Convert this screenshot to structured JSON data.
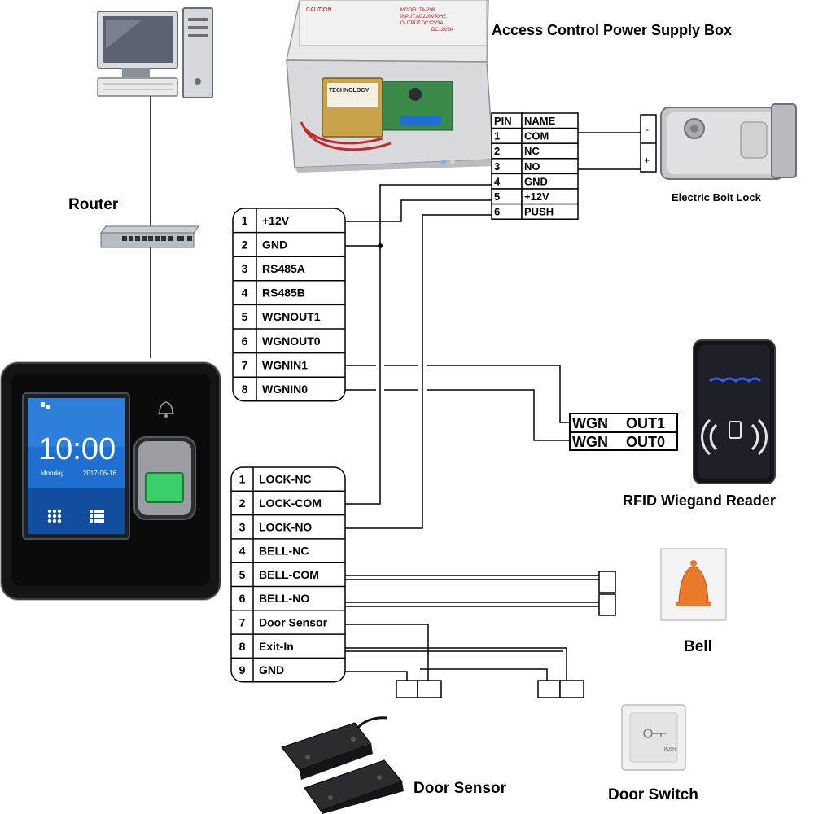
{
  "titles": {
    "power_supply": "Access Control Power Supply Box",
    "router": "Router",
    "bolt_lock": "Electric Bolt Lock",
    "rfid_reader": "RFID Wiegand Reader",
    "bell": "Bell",
    "door_sensor": "Door Sensor",
    "door_switch": "Door Switch"
  },
  "power_table": {
    "header": {
      "pin": "PIN",
      "name": "NAME"
    },
    "rows": [
      {
        "pin": "1",
        "name": "COM"
      },
      {
        "pin": "2",
        "name": "NC"
      },
      {
        "pin": "3",
        "name": "NO"
      },
      {
        "pin": "4",
        "name": "GND"
      },
      {
        "pin": "5",
        "name": "+12V"
      },
      {
        "pin": "6",
        "name": "PUSH"
      }
    ]
  },
  "connector_a": [
    {
      "pin": "1",
      "name": "+12V"
    },
    {
      "pin": "2",
      "name": "GND"
    },
    {
      "pin": "3",
      "name": "RS485A"
    },
    {
      "pin": "4",
      "name": "RS485B"
    },
    {
      "pin": "5",
      "name": "WGNOUT1"
    },
    {
      "pin": "6",
      "name": "WGNOUT0"
    },
    {
      "pin": "7",
      "name": "WGNIN1"
    },
    {
      "pin": "8",
      "name": "WGNIN0"
    }
  ],
  "connector_b": [
    {
      "pin": "1",
      "name": "LOCK-NC"
    },
    {
      "pin": "2",
      "name": "LOCK-COM"
    },
    {
      "pin": "3",
      "name": "LOCK-NO"
    },
    {
      "pin": "4",
      "name": "BELL-NC"
    },
    {
      "pin": "5",
      "name": "BELL-COM"
    },
    {
      "pin": "6",
      "name": "BELL-NO"
    },
    {
      "pin": "7",
      "name": "Door Sensor"
    },
    {
      "pin": "8",
      "name": "Exit-In"
    },
    {
      "pin": "9",
      "name": "GND"
    }
  ],
  "wiegand_reader_pins": [
    {
      "name": "WGN",
      "value": "OUT1"
    },
    {
      "name": "WGN",
      "value": "OUT0"
    }
  ],
  "lock_terminals": {
    "minus": "-",
    "plus": "+"
  },
  "terminal_screen": {
    "time": "10:00",
    "day": "Monday",
    "date": "2017-06-16"
  },
  "power_box_label": {
    "caution": "CAUTION",
    "transformer": "TECHNOLOGY",
    "model": "MODEL:TA-298",
    "input": "INPUT:AC220V50HZ",
    "output": "OUTPUT:DC12V3A",
    "output2": "DC12V5A"
  },
  "exit_button_label": "PUSH",
  "colors": {
    "accent_green": "#3fcf6a",
    "screen_blue": "#1f6fd1",
    "reader_led": "#3a5cff",
    "bell_orange": "#e87a2a"
  }
}
